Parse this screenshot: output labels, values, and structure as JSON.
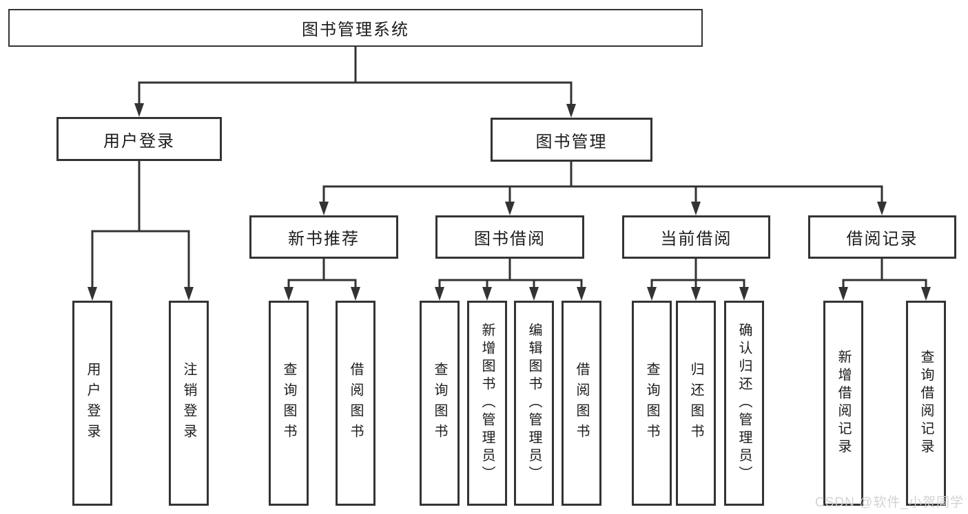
{
  "diagram": {
    "type": "hierarchy-tree",
    "root": {
      "label": "图书管理系统",
      "children": [
        {
          "label": "用户登录",
          "children": [
            {
              "label": "用户登录"
            },
            {
              "label": "注销登录"
            }
          ]
        },
        {
          "label": "图书管理",
          "children": [
            {
              "label": "新书推荐",
              "children": [
                {
                  "label": "查询图书"
                },
                {
                  "label": "借阅图书"
                }
              ]
            },
            {
              "label": "图书借阅",
              "children": [
                {
                  "label": "查询图书"
                },
                {
                  "label": "新增图书（管理员）"
                },
                {
                  "label": "编辑图书（管理员）"
                },
                {
                  "label": "借阅图书"
                }
              ]
            },
            {
              "label": "当前借阅",
              "children": [
                {
                  "label": "查询图书"
                },
                {
                  "label": "归还图书"
                },
                {
                  "label": "确认归还（管理员）"
                }
              ]
            },
            {
              "label": "借阅记录",
              "children": [
                {
                  "label": "新增借阅记录"
                },
                {
                  "label": "查询借阅记录"
                }
              ]
            }
          ]
        }
      ]
    }
  },
  "watermark": {
    "text": "CSDN @软件_小贺同学"
  },
  "colors": {
    "line": "#333333",
    "box_border": "#333333",
    "box_fill": "#ffffff",
    "text": "#1c1c1c",
    "watermark": "#d1d1d1",
    "background": "#ffffff"
  }
}
